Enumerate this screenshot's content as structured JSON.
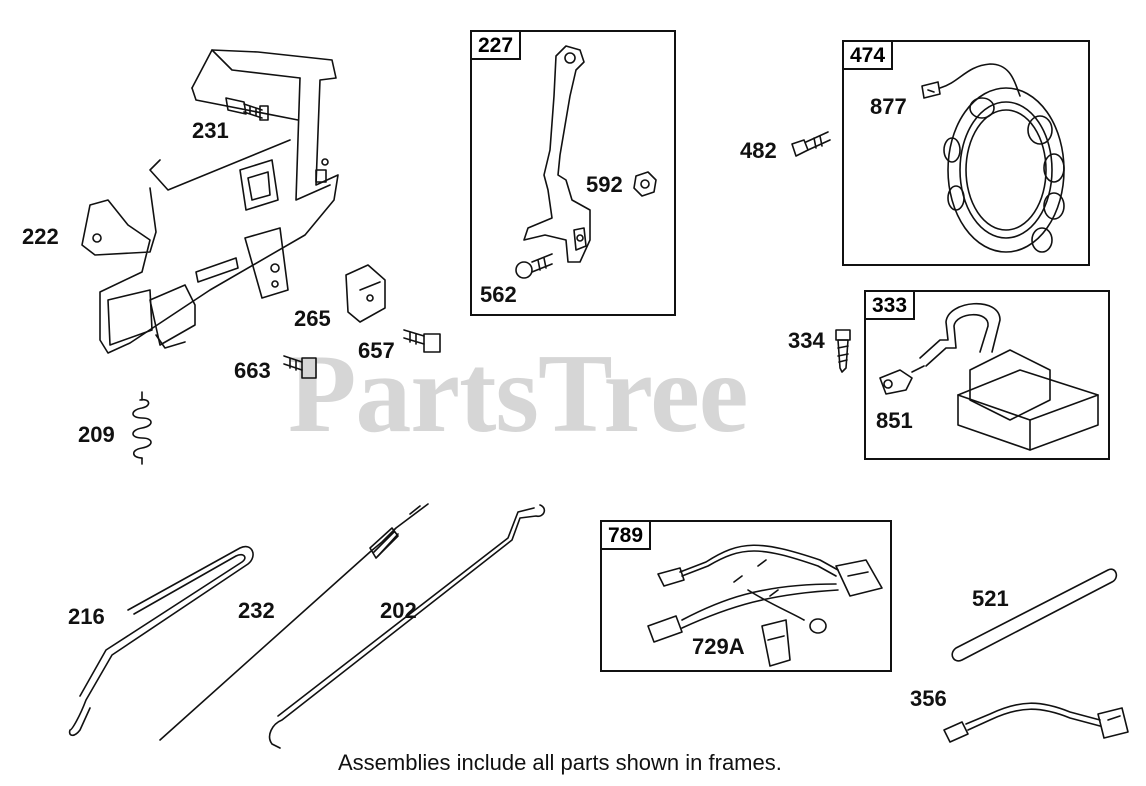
{
  "watermark": "PartsTree",
  "footer_note": "Assemblies include all parts shown in frames.",
  "colors": {
    "line": "#111111",
    "watermark": "#cfcfcf"
  },
  "frames": {
    "f227": "227",
    "f474": "474",
    "f333": "333",
    "f789": "789"
  },
  "parts": {
    "p231": "231",
    "p222": "222",
    "p265": "265",
    "p657": "657",
    "p663": "663",
    "p209": "209",
    "p592": "592",
    "p562": "562",
    "p482": "482",
    "p877": "877",
    "p334": "334",
    "p851": "851",
    "p216": "216",
    "p232": "232",
    "p202": "202",
    "p729a": "729A",
    "p521": "521",
    "p356": "356"
  }
}
